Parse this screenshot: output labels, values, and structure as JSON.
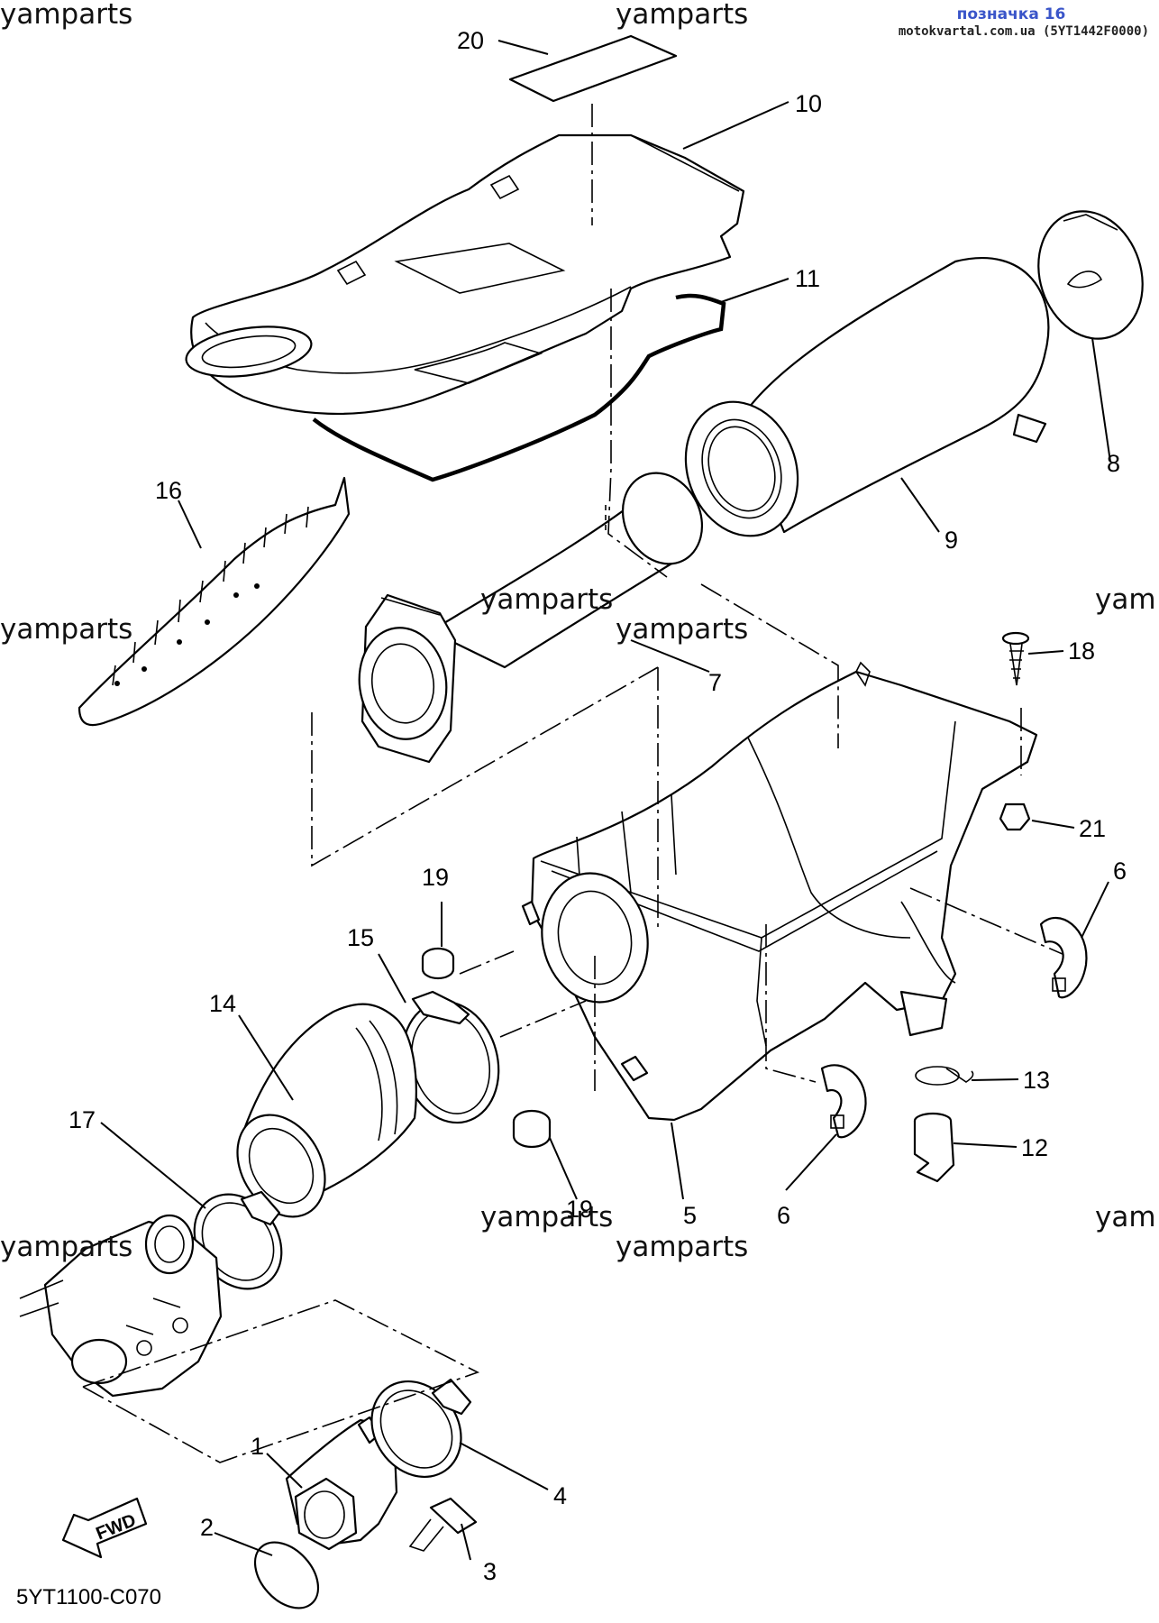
{
  "stamp": {
    "title": "позначка 16",
    "site": "motokvartal.com.ua (5YT1442F0000)"
  },
  "watermark": "yamparts",
  "watermark_partial": "yam",
  "diagram_code": "5YT1100-C070",
  "fwd_label": "FWD",
  "callouts": {
    "c1": "1",
    "c2": "2",
    "c3": "3",
    "c4": "4",
    "c5": "5",
    "c6a": "6",
    "c6b": "6",
    "c7": "7",
    "c8": "8",
    "c9": "9",
    "c10": "10",
    "c11": "11",
    "c12": "12",
    "c13": "13",
    "c14": "14",
    "c15": "15",
    "c16": "16",
    "c17": "17",
    "c18": "18",
    "c19a": "19",
    "c19b": "19",
    "c20": "20",
    "c21": "21"
  }
}
